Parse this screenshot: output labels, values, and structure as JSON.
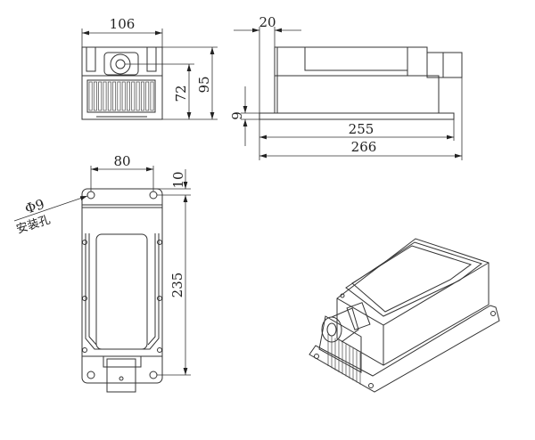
{
  "front_view": {
    "width_dim": "106",
    "height_dim": "95",
    "axis_dim": "72"
  },
  "side_view": {
    "offset_dim": "20",
    "base_dim": "9",
    "base_length_dim": "255",
    "total_length_dim": "266"
  },
  "top_view": {
    "hole_spacing_dim": "80",
    "hole_offset_dim": "10",
    "hole_length_dim": "235",
    "hole_diameter": "Φ9",
    "hole_label": "安装孔"
  },
  "colors": {
    "line": "#333333",
    "background": "#ffffff"
  }
}
